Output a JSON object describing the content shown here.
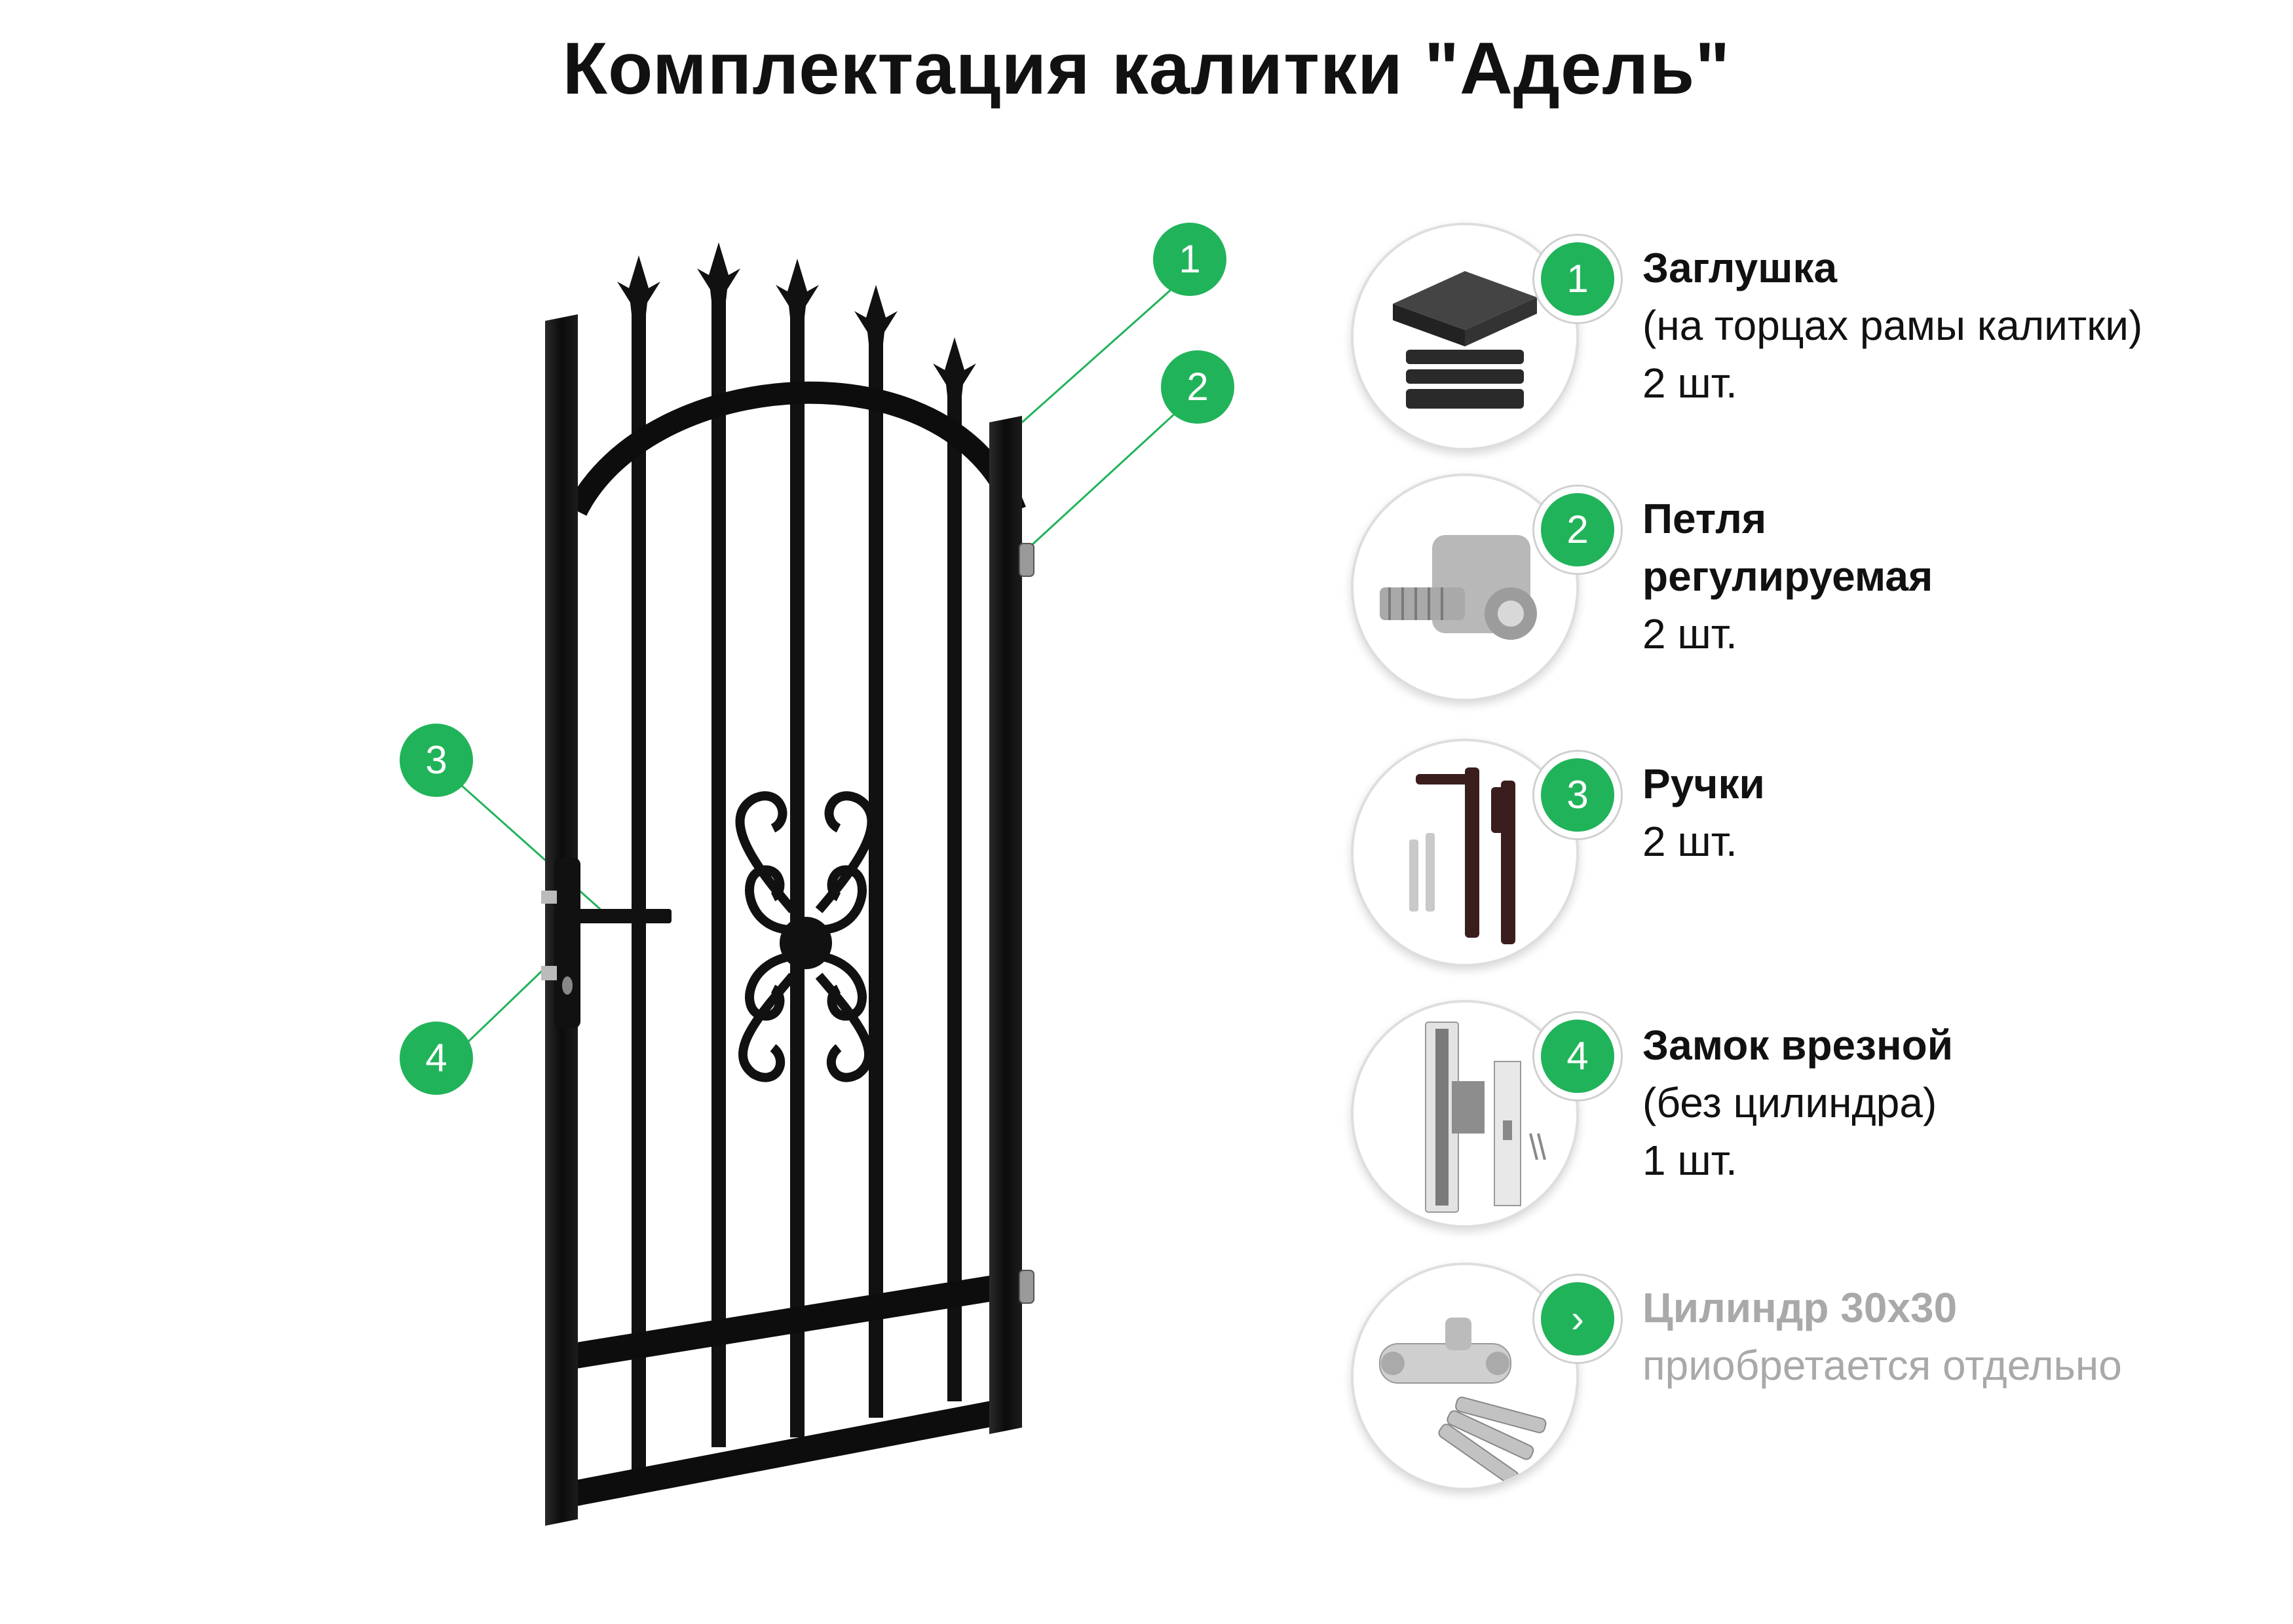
{
  "title": "Комплектация калитки \"Адель\"",
  "accent_color": "#21b35a",
  "callouts": [
    {
      "number": "1",
      "target": "frame-cap"
    },
    {
      "number": "2",
      "target": "top-hinge"
    },
    {
      "number": "3",
      "target": "handle"
    },
    {
      "number": "4",
      "target": "lock"
    }
  ],
  "items": [
    {
      "number": "1",
      "name": "Заглушка",
      "lines": [
        "(на торцах рамы калитки)",
        "2 шт."
      ],
      "icon": "square-cap-icon"
    },
    {
      "number": "2",
      "name": "Петля",
      "lines_bold": "регулируемая",
      "lines": [
        "2 шт."
      ],
      "icon": "adjustable-hinge-icon"
    },
    {
      "number": "3",
      "name": "Ручки",
      "lines": [
        "2 шт."
      ],
      "icon": "door-handles-icon"
    },
    {
      "number": "4",
      "name": "Замок врезной",
      "lines": [
        "(без цилиндра)",
        "1 шт."
      ],
      "icon": "mortise-lock-icon"
    },
    {
      "number": "›",
      "name": "Цилиндр 30х30",
      "lines": [
        "приобретается отдельно"
      ],
      "icon": "lock-cylinder-icon",
      "muted": true
    }
  ]
}
